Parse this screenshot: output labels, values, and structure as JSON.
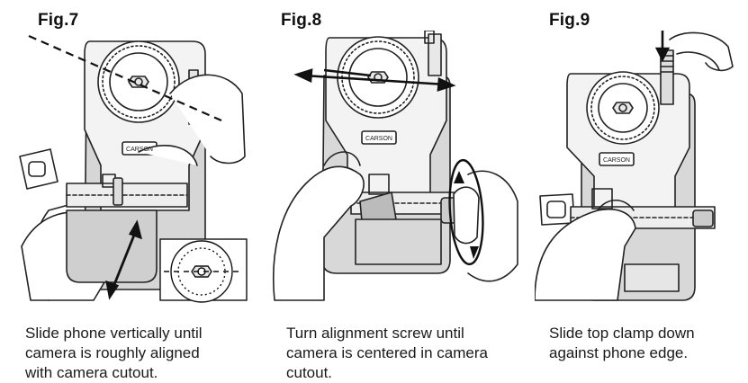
{
  "figures": [
    {
      "label": "Fig.7",
      "caption": [
        "Slide phone vertically until",
        "camera is roughly aligned",
        "with camera cutout."
      ],
      "brand": "CARSON"
    },
    {
      "label": "Fig.8",
      "caption": [
        "Turn alignment screw until",
        "camera is centered in camera",
        "cutout."
      ],
      "brand": "CARSON"
    },
    {
      "label": "Fig.9",
      "caption": [
        "Slide top clamp down",
        "against phone edge."
      ],
      "brand": "CARSON"
    }
  ]
}
